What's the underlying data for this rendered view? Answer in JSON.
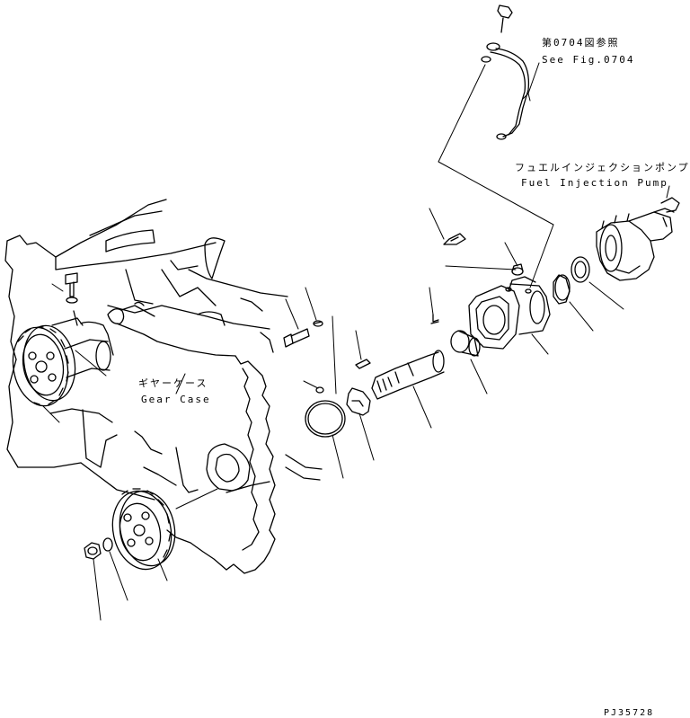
{
  "labels": {
    "see_fig_jp": "第0704図参照",
    "see_fig_en": "See Fig.0704",
    "fuel_pump_jp": "フュエルインジェクションポンプ",
    "fuel_pump_en": "Fuel Injection Pump",
    "gear_case_jp": "ギヤーケース",
    "gear_case_en": "Gear Case",
    "drawing_code": "PJ35728"
  },
  "colors": {
    "line": "#000000",
    "background": "#ffffff"
  }
}
